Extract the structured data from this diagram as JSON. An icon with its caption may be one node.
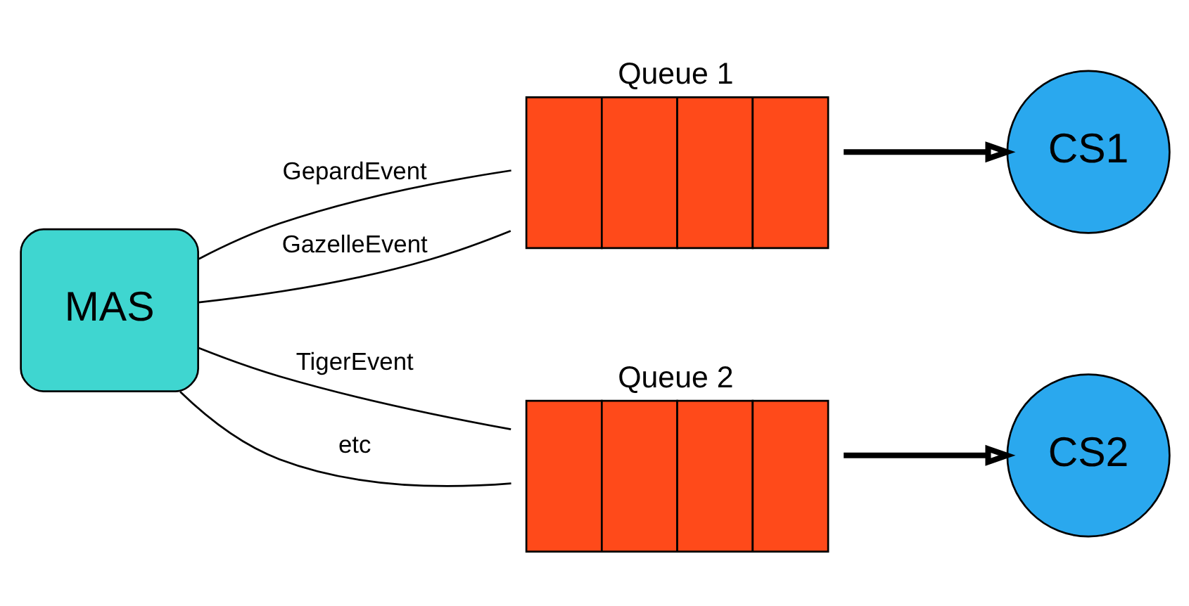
{
  "diagram": {
    "nodes": [
      {
        "text": [
          "MAS"
        ]
      },
      {
        "text": [
          "Queue 1"
        ]
      },
      {
        "text": [
          "CS1"
        ]
      },
      {
        "text": [
          "Queue 2"
        ]
      },
      {
        "text": [
          "CS2"
        ]
      }
    ],
    "edges": [
      {
        "from": 0,
        "to": 1,
        "arrow": "none",
        "label": "GepardEvent"
      },
      {
        "from": 0,
        "to": 1,
        "arrow": "none",
        "label": "GazelleEvent"
      },
      {
        "from": 1,
        "to": 2,
        "arrow": "to",
        "style": "thick"
      },
      {
        "from": 0,
        "to": 3,
        "arrow": "none",
        "label": "TigerEvent"
      },
      {
        "from": 0,
        "to": 3,
        "arrow": "none",
        "label": "etc"
      },
      {
        "from": 3,
        "to": 4,
        "arrow": "to",
        "style": "thick"
      }
    ]
  }
}
